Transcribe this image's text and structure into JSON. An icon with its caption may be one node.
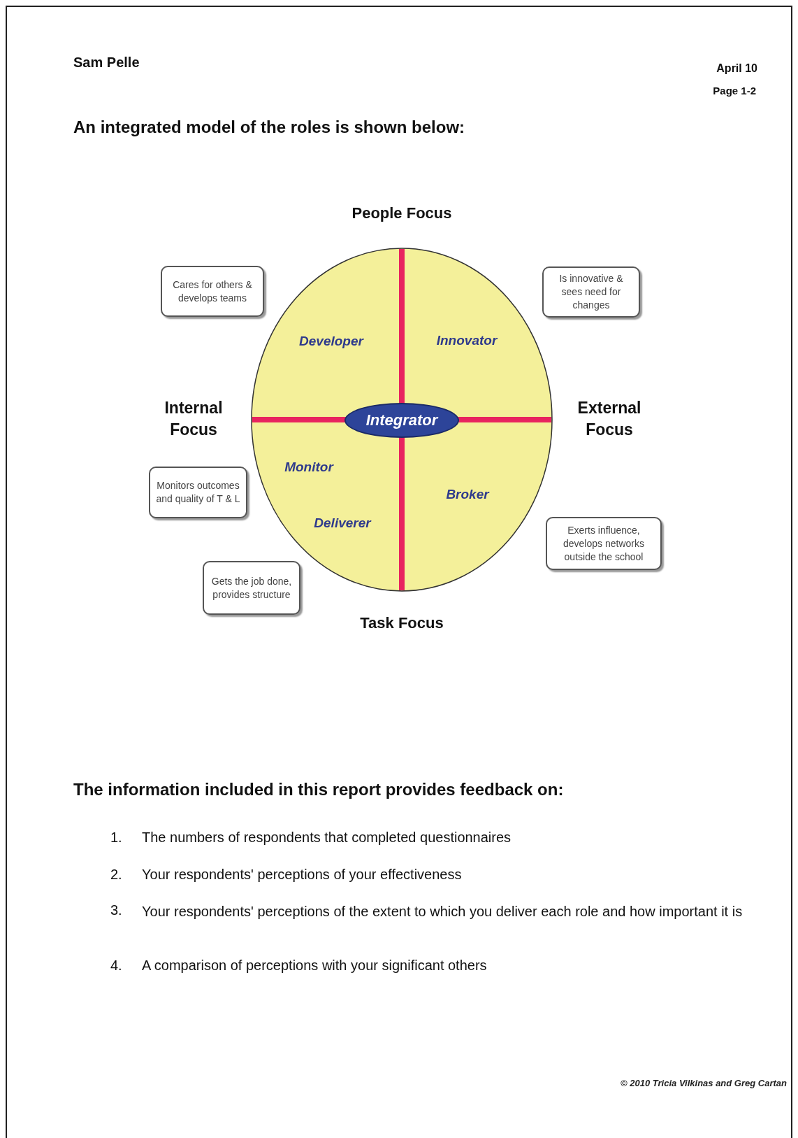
{
  "diagram": {
    "title": "An integrated model of the roles is shown below:",
    "nodes": [
      {
        "text": [],
        "shape": "circle"
      },
      {
        "text": [
          "Developer"
        ],
        "in": 0
      },
      {
        "text": [
          "Innovator"
        ],
        "in": 0
      },
      {
        "text": [
          "Integrator"
        ],
        "in": 0
      },
      {
        "text": [
          "Monitor"
        ],
        "in": 0
      },
      {
        "text": [
          "Broker"
        ],
        "in": 0
      },
      {
        "text": [
          "Deliverer"
        ],
        "in": 0
      },
      {
        "text": [
          "Cares for others & develops teams"
        ]
      },
      {
        "text": [
          "Is innovative & sees need for changes"
        ]
      },
      {
        "text": [
          "Monitors outcomes and quality of T & L"
        ]
      },
      {
        "text": [
          "Exerts influence, develops networks outside the school"
        ]
      },
      {
        "text": [
          "Gets the job done, provides structure"
        ]
      }
    ],
    "labels": [
      "Sam Pelle",
      "April 10",
      "Page 1-2",
      "People Focus",
      "Internal Focus",
      "External Focus",
      "Task Focus",
      "The information included in this report provides feedback on:",
      "1.",
      "The numbers of respondents that completed questionnaires",
      "2.",
      "Your respondents' perceptions of your effectiveness",
      "3.",
      "Your respondents' perceptions of the extent to which you deliver each role and how important it is",
      "4.",
      "A comparison of perceptions with your significant others",
      "© 2010 Tricia Vilkinas and Greg Cartan"
    ]
  }
}
